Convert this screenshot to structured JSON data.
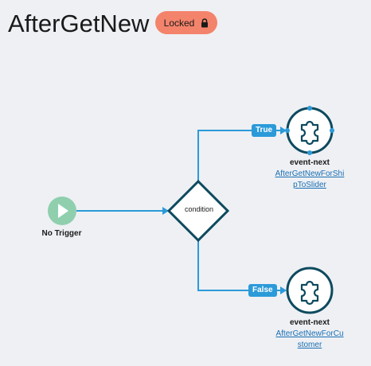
{
  "header": {
    "title": "AfterGetNew",
    "badge_label": "Locked"
  },
  "flow": {
    "trigger": {
      "label": "No Trigger",
      "icon": "play-icon"
    },
    "condition": {
      "label": "condition"
    },
    "branches": [
      {
        "tag": "True",
        "node_type": "event-next",
        "link_line1": "AfterGetNewForShi",
        "link_line2": "pToSlider",
        "icon": "puzzle-icon"
      },
      {
        "tag": "False",
        "node_type": "event-next",
        "link_line1": "AfterGetNewForCu",
        "link_line2": "stomer",
        "icon": "puzzle-icon"
      }
    ]
  },
  "colors": {
    "background": "#eef0f4",
    "badge": "#f4836b",
    "node_stroke": "#0d4a5e",
    "connector": "#2b9ad9",
    "trigger": "#8fcfae",
    "link": "#1a6fb3"
  }
}
